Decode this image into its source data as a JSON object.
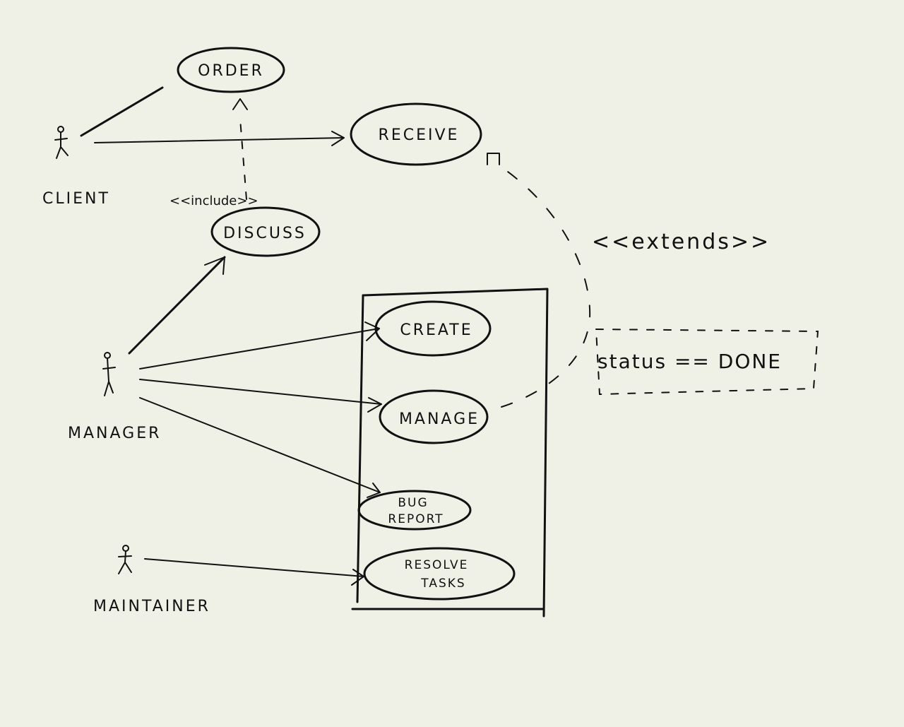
{
  "diagram": {
    "actors": [
      {
        "id": "client",
        "label": "CLIENT"
      },
      {
        "id": "manager",
        "label": "MANAGER"
      },
      {
        "id": "maintainer",
        "label": "MAINTAINER"
      }
    ],
    "use_cases": [
      {
        "id": "order",
        "label": "ORDER"
      },
      {
        "id": "receive",
        "label": "RECEIVE"
      },
      {
        "id": "discuss",
        "label": "DISCUSS"
      },
      {
        "id": "create",
        "label": "CREATE"
      },
      {
        "id": "manage",
        "label": "MANAGE"
      },
      {
        "id": "bug_report",
        "label_line1": "BUG",
        "label_line2": "REPORT"
      },
      {
        "id": "resolve_tasks",
        "label_line1": "RESOLVE",
        "label_line2": "TASKS"
      }
    ],
    "stereotypes": {
      "include": "<<include>>",
      "extends": "<<extends>>"
    },
    "guard_condition": "status == DONE",
    "relations": [
      {
        "from": "client",
        "to": "order",
        "type": "association"
      },
      {
        "from": "client",
        "to": "receive",
        "type": "directed-association"
      },
      {
        "from": "discuss",
        "to": "order",
        "type": "include"
      },
      {
        "from": "manager",
        "to": "discuss",
        "type": "directed-association"
      },
      {
        "from": "manager",
        "to": "create",
        "type": "directed-association"
      },
      {
        "from": "manager",
        "to": "manage",
        "type": "directed-association"
      },
      {
        "from": "manager",
        "to": "bug_report",
        "type": "directed-association"
      },
      {
        "from": "maintainer",
        "to": "resolve_tasks",
        "type": "directed-association"
      },
      {
        "from": "manage",
        "to": "receive",
        "type": "extends"
      }
    ]
  }
}
